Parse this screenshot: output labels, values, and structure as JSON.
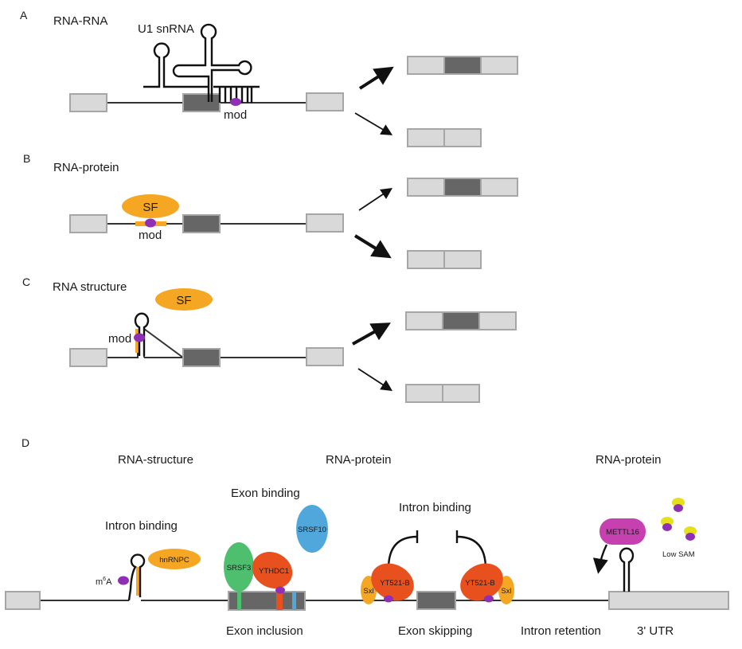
{
  "colors": {
    "exon_light": "#d9d9d9",
    "exon_dark": "#666666",
    "modification": "#8e2fb5",
    "splicing_factor": "#f5a623",
    "srsf3": "#4dbf6f",
    "ythdc1": "#e8501e",
    "srsf10": "#4fa7dc",
    "yt521b": "#e8501e",
    "sxl": "#f5a623",
    "mettl16": "#c640b0",
    "sam_yellow": "#e5e01b"
  },
  "panels": {
    "a": {
      "letter": "A",
      "title": "RNA-RNA",
      "snrna_label": "U1 snRNA",
      "mod_label": "mod",
      "outcomes": [
        {
          "name": "inclusion",
          "emphasis": "strong"
        },
        {
          "name": "skipping",
          "emphasis": "weak"
        }
      ]
    },
    "b": {
      "letter": "B",
      "title": "RNA-protein",
      "factor_label": "SF",
      "mod_label": "mod",
      "outcomes": [
        {
          "name": "inclusion",
          "emphasis": "weak"
        },
        {
          "name": "skipping",
          "emphasis": "strong"
        }
      ]
    },
    "c": {
      "letter": "C",
      "title": "RNA structure",
      "factor_label": "SF",
      "mod_label": "mod",
      "outcomes": [
        {
          "name": "inclusion",
          "emphasis": "strong"
        },
        {
          "name": "skipping",
          "emphasis": "weak"
        }
      ]
    },
    "d": {
      "letter": "D",
      "section_titles": [
        "RNA-structure",
        "RNA-protein",
        "RNA-protein"
      ],
      "intron_binding_left": "Intron binding",
      "exon_binding": "Exon binding",
      "intron_binding_mid": "Intron binding",
      "m6a_label": "m",
      "m6a_sup": "6",
      "m6a_suffix": "A",
      "proteins": {
        "hnrnpc": "hnRNPC",
        "srsf3": "SRSF3",
        "ythdc1": "YTHDC1",
        "srsf10": "SRSF10",
        "yt521b_left": "YT521-B",
        "yt521b_right": "YT521-B",
        "sxl_left": "Sxl",
        "sxl_right": "Sxl",
        "mettl16": "METTL16"
      },
      "low_sam": "Low SAM",
      "outcomes": [
        "Exon inclusion",
        "Exon skipping",
        "Intron retention",
        "3' UTR"
      ]
    }
  }
}
